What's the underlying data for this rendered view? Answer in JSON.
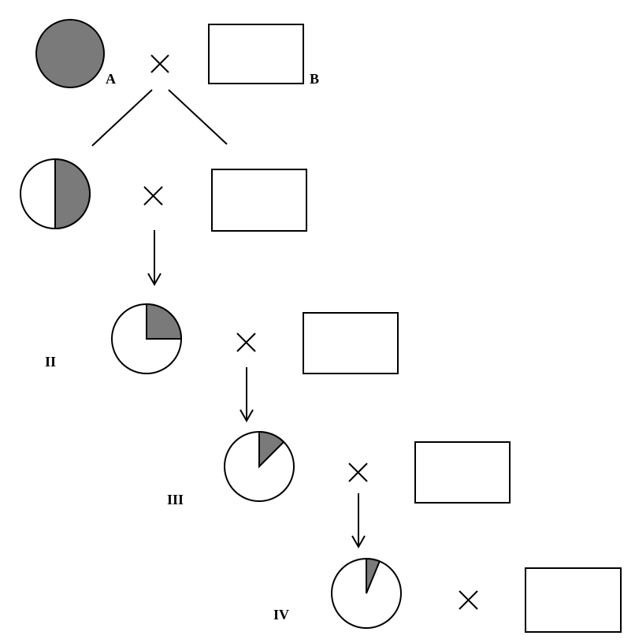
{
  "labels": {
    "a": "A",
    "b": "B",
    "gen2": "II",
    "gen3": "III",
    "gen4": "IV"
  },
  "shaded_fraction": {
    "parent_a": 1,
    "gen1": 0.5,
    "gen2": 0.25,
    "gen3": 0.125,
    "gen4": 0.0625
  },
  "colors": {
    "shade": "#7a7a7a",
    "line": "#000000",
    "background": "#ffffff"
  },
  "cross_symbol": "×"
}
